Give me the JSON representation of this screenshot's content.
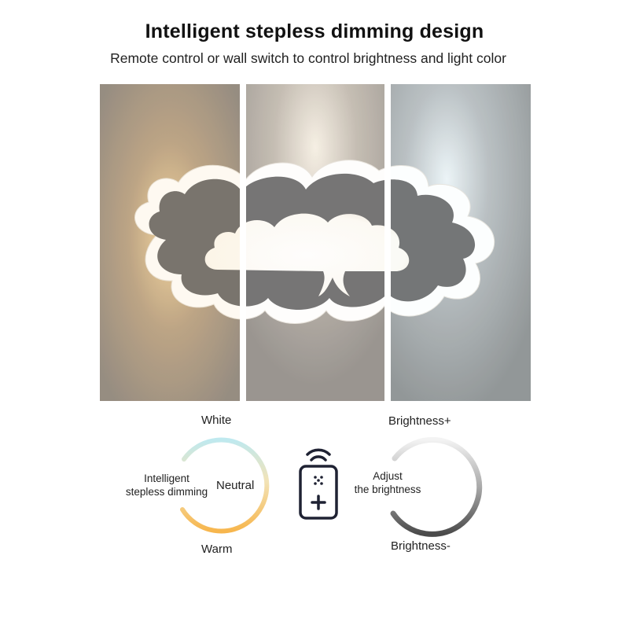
{
  "header": {
    "title": "Intelligent stepless dimming design",
    "subtitle": "Remote control or wall switch to control brightness and light color"
  },
  "photo": {
    "panels": [
      "warm-panel",
      "neutral-panel",
      "white-panel"
    ]
  },
  "color_dial": {
    "top_label": "White",
    "right_label": "Neutral",
    "bottom_label": "Warm",
    "center_line1": "Intelligent",
    "center_line2": "stepless dimming",
    "colors": {
      "warm": "#f7b64d",
      "white": "#bfe9ef"
    }
  },
  "remote": {
    "icon": "remote-control-icon"
  },
  "brightness_dial": {
    "top_label": "Brightness+",
    "bottom_label": "Brightness-",
    "center_line1": "Adjust",
    "center_line2": "the brightness"
  }
}
